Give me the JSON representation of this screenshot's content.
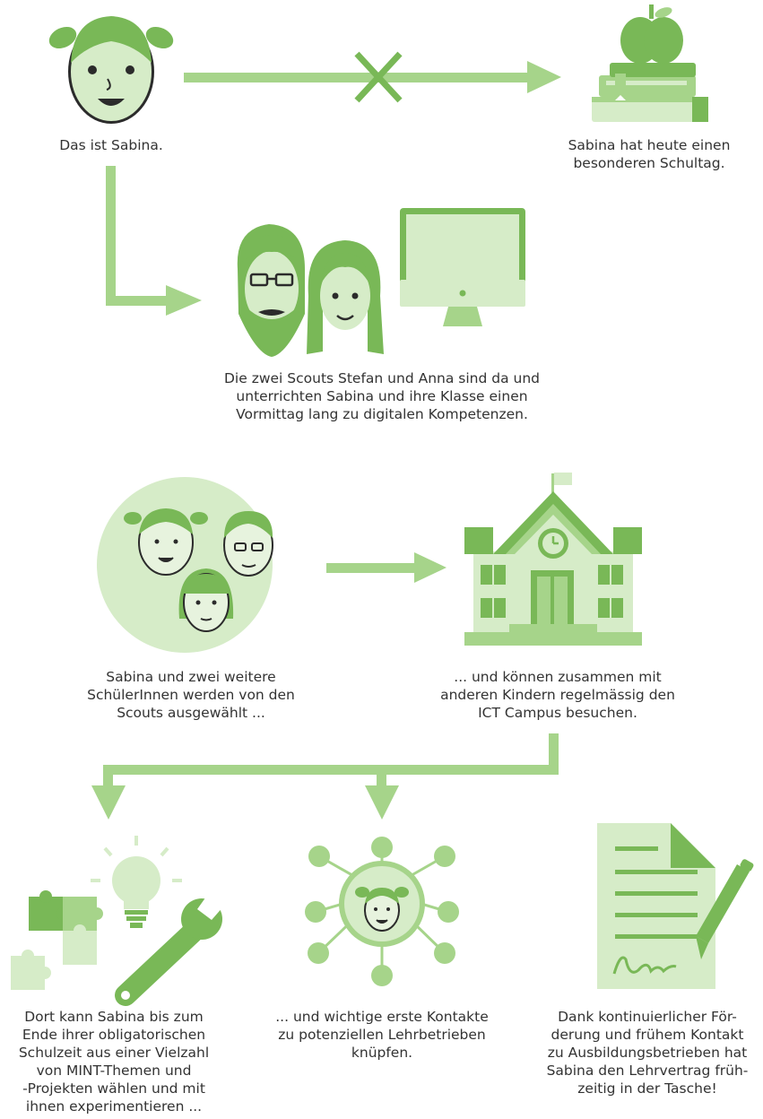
{
  "colors": {
    "dark_green": "#79b857",
    "mid_green": "#a6d48a",
    "light_green": "#d6ecc8",
    "pale_green": "#e7f3de",
    "text": "#333333"
  },
  "icons": [
    "girl-face-icon",
    "cross-icon",
    "apple-books-icon",
    "scouts-faces-icon",
    "monitor-icon",
    "students-circle-icon",
    "school-building-icon",
    "puzzle-bulb-wrench-icon",
    "network-contacts-icon",
    "contract-document-icon",
    "pen-icon"
  ],
  "captions": {
    "sabina": "Das ist Sabina.",
    "school_day": "Sabina hat heute einen\nbesonderen Schultag.",
    "scouts": "Die zwei Scouts Stefan und Anna sind da und\nunterrichten Sabina und ihre Klasse einen\nVormittag lang zu digitalen Kompetenzen.",
    "selected": "Sabina und zwei weitere\nSchülerInnen werden von den\nScouts ausgewählt ...",
    "campus": "... und können zusammen mit\nanderen Kindern regelmässig den\nICT Campus besuchen.",
    "mint": "Dort kann Sabina bis zum\nEnde ihrer obligatorischen\nSchulzeit aus einer Vielzahl\nvon MINT-Themen und\n-Projekten wählen und mit\nihnen experimentieren ...",
    "contacts": "... und wichtige erste Kontakte\nzu potenziellen Lehrbetrieben\nknüpfen.",
    "contract": "Dank kontinuierlicher För-\nderung und frühem Kontakt\nzu Ausbildungsbetrieben hat\nSabina den Lehrvertrag früh-\nzeitig in der Tasche!"
  }
}
